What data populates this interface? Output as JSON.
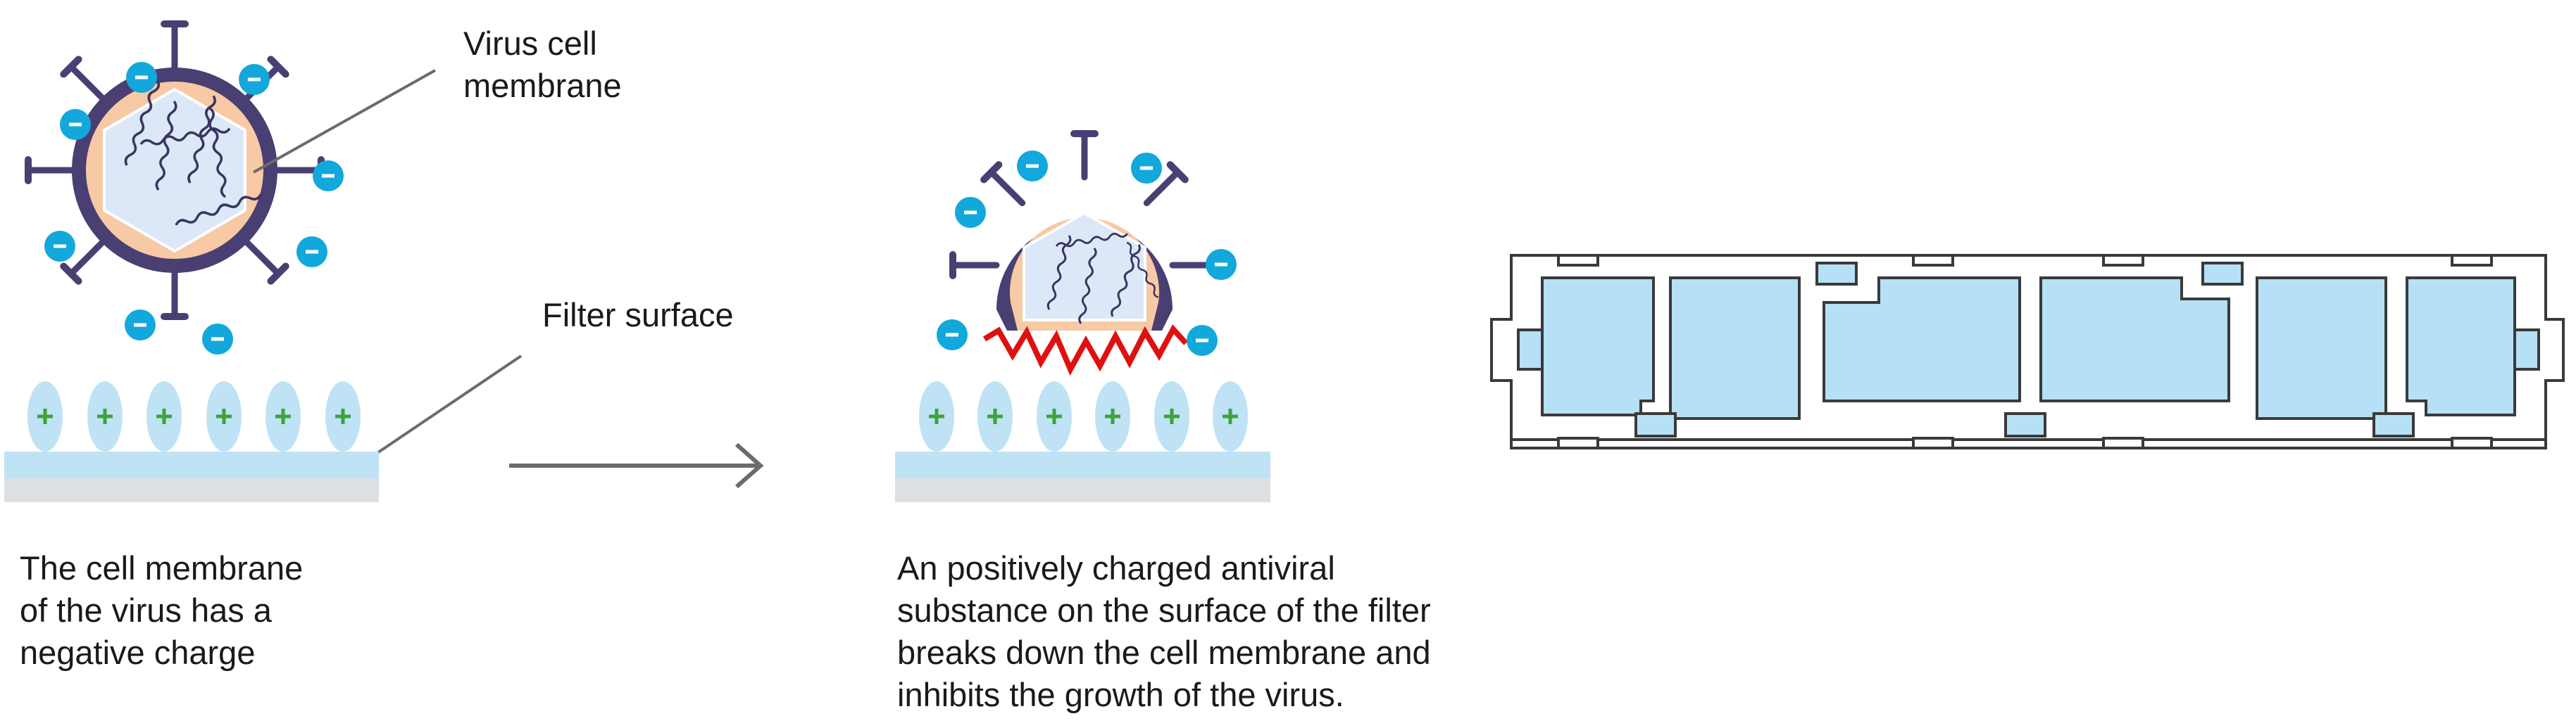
{
  "labels": {
    "virus_membrane": [
      "Virus cell",
      "membrane"
    ],
    "filter_surface": "Filter surface"
  },
  "captions": {
    "left": [
      "The cell membrane",
      "of the virus has a",
      "negative charge"
    ],
    "middle": [
      "An positively charged antiviral",
      "substance on the surface of the filter",
      "breaks down the cell membrane and",
      "inhibits the growth of the virus."
    ]
  },
  "symbols": {
    "negative": "−",
    "positive": "+"
  },
  "colors": {
    "virus_outer": "#4a3f73",
    "virus_inner": "#f7c9a4",
    "virus_core": "#dce8f7",
    "negative_charge": "#12a8dc",
    "positive_charge_fill": "#bfe3f5",
    "positive_sign": "#3da33a",
    "filter_top": "#bfe3f5",
    "filter_bottom": "#dde0e3",
    "rupture": "#e01010",
    "arrow": "#6b6b6b",
    "panel_fill": "#b6e0f5",
    "panel_stroke": "#3a3a3a"
  }
}
